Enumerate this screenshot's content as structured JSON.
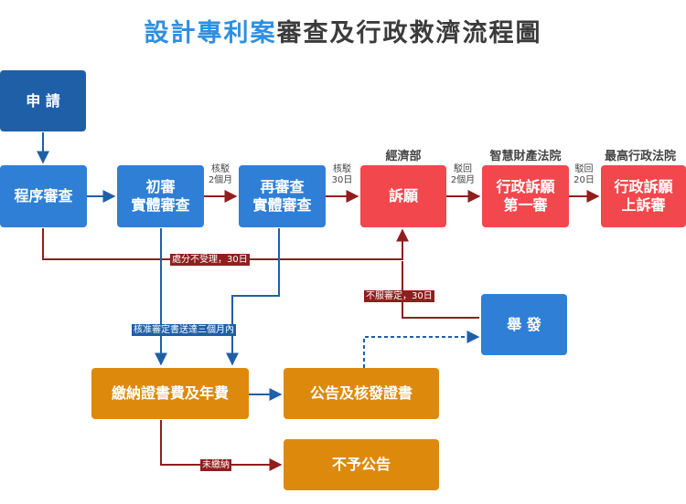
{
  "title": {
    "highlight": "設計專利案",
    "rest": "審查及行政救濟流程圖"
  },
  "boxes": {
    "apply": "申 請",
    "formality": "程序審查",
    "initial_1": "初審",
    "initial_2": "實體審查",
    "reexam_1": "再審查",
    "reexam_2": "實體審查",
    "appeal": "訴願",
    "admin_1": "行政訴願",
    "admin_2": "第一審",
    "supreme_1": "行政訴願",
    "supreme_2": "上訴審",
    "report": "舉 發",
    "pay": "繳納證書費及年費",
    "publish": "公告及核發證書",
    "no_publish": "不予公告"
  },
  "headers": {
    "moea": "經濟部",
    "ip_court": "智慧財產法院",
    "supreme": "最高行政法院"
  },
  "arrow_labels": {
    "a1_l1": "核駁",
    "a1_l2": "2個月",
    "a2_l1": "核駁",
    "a2_l2": "30日",
    "a3_l1": "駁回",
    "a3_l2": "2個月",
    "a4_l1": "駁回",
    "a4_l2": "20日",
    "dismiss": "處分不受理，30日",
    "disagree": "不服審定，30日",
    "approve": "核准審定書送達三個月內",
    "unpaid": "未繳納"
  },
  "colors": {
    "title_highlight": "#2f8fe0",
    "navy": "#1f5fa8",
    "blue": "#2f7fd6",
    "red": "#f2474d",
    "orange": "#dd8a0c",
    "dark_red_line": "#8f1f1f"
  }
}
